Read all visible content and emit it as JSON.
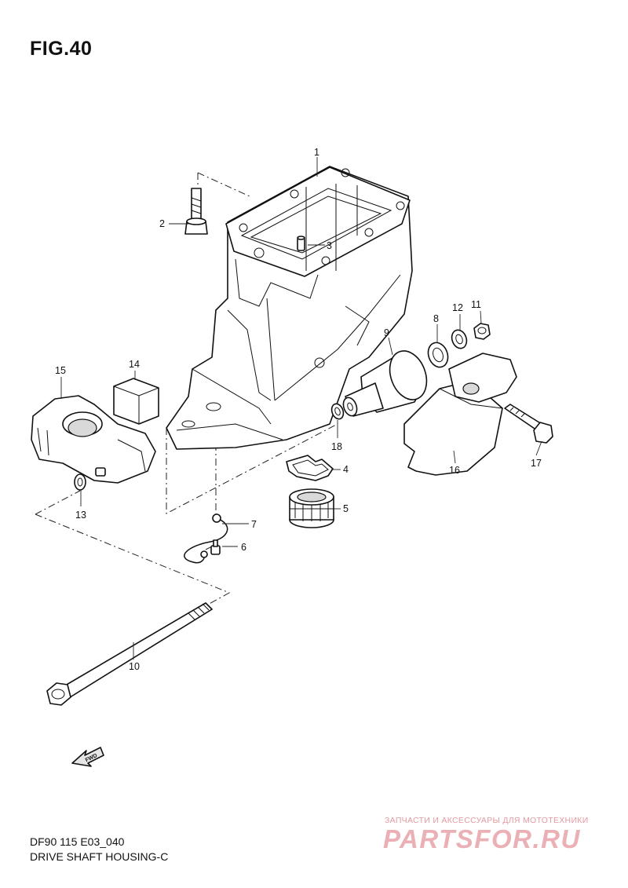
{
  "figure": {
    "title": "FIG.40",
    "code": "DF90 115 E03_040",
    "name": "DRIVE SHAFT HOUSING-C"
  },
  "callouts": [
    "1",
    "2",
    "3",
    "4",
    "5",
    "6",
    "7",
    "8",
    "9",
    "10",
    "11",
    "12",
    "13",
    "14",
    "15",
    "16",
    "17",
    "18"
  ],
  "fwd_arrow": {
    "label": "FWD"
  },
  "watermark": {
    "caption": "ЗАПЧАСТИ И АКСЕССУАРЫ ДЛЯ МОТОТЕХНИКИ",
    "logo_text": "PARTSFOR.RU",
    "color": "#e8a0a6"
  }
}
